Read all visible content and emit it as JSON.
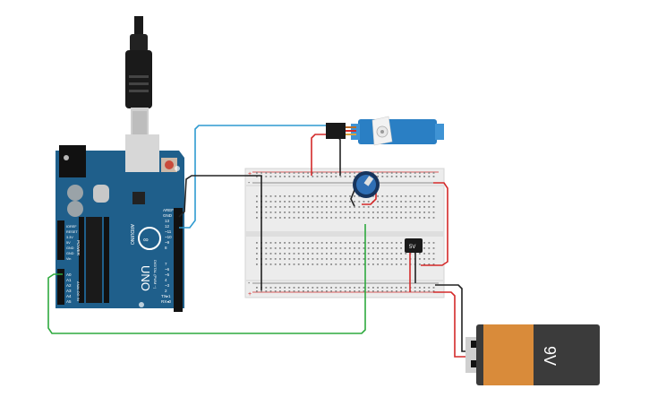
{
  "arduino": {
    "brand": "UNO",
    "model_text": "ARDUINO",
    "aref_label": "AREF",
    "gnd_label": "GND",
    "pin_labels_top": [
      "13",
      "12",
      "~11",
      "~10",
      "~9",
      "8"
    ],
    "pin_labels_bottom": [
      "7",
      "~6",
      "~5",
      "4",
      "~3",
      "2",
      "TX▸1",
      "RX◂0"
    ],
    "digital_label": "DIGITAL (PWM ~)",
    "power_label": "POWER",
    "power_pins": [
      "IOREF",
      "RESET",
      "3.3V",
      "5V",
      "GND",
      "GND",
      "Vin"
    ],
    "analog_label": "ANALOG IN",
    "analog_pins": [
      "A0",
      "A1",
      "A2",
      "A3",
      "A4",
      "A5"
    ],
    "board_color": "#1f5f8b"
  },
  "battery": {
    "label": "9V",
    "body_color": "#3b3b3b",
    "label_color": "#d98b3a"
  },
  "regulator": {
    "label": "5V"
  },
  "wires": {
    "signal_color": "#2e9ad0",
    "ground_color": "#222222",
    "power_color": "#d42a2a",
    "pot_signal_color": "#2faa3f"
  },
  "breadboard": {
    "plus_label": "+",
    "minus_label": "-"
  }
}
